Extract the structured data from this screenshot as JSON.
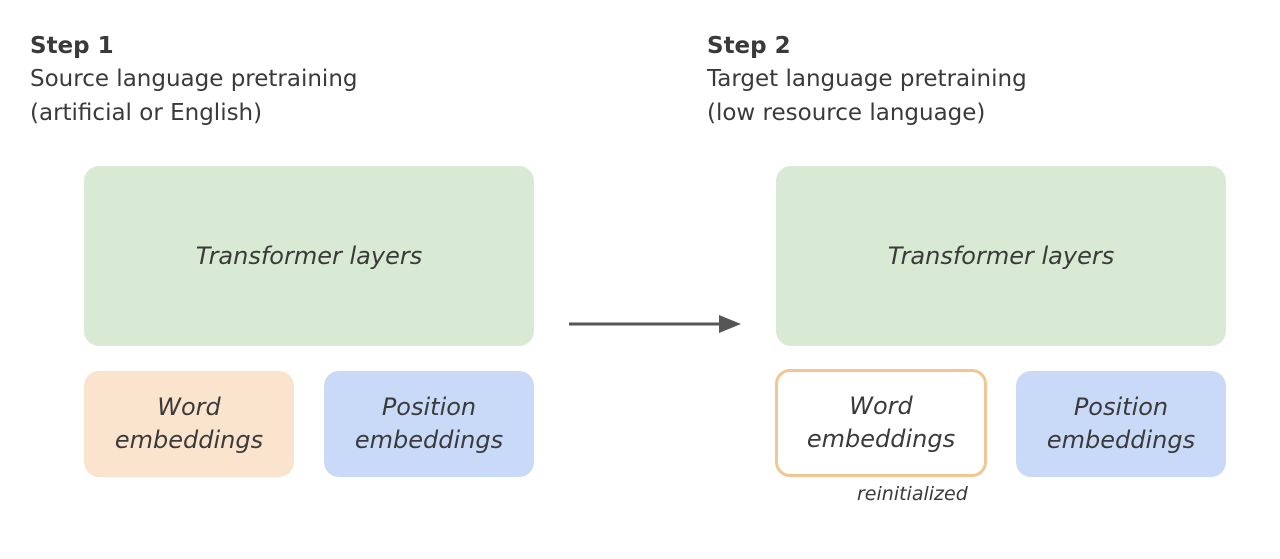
{
  "step1": {
    "title": "Step 1",
    "line1": "Source language pretraining",
    "line2": "(artificial or English)"
  },
  "step2": {
    "title": "Step 2",
    "line1": "Target language pretraining",
    "line2": "(low resource language)"
  },
  "left": {
    "transformer": "Transformer layers",
    "word_line1": "Word",
    "word_line2": "embeddings",
    "position_line1": "Position",
    "position_line2": "embeddings"
  },
  "right": {
    "transformer": "Transformer layers",
    "word_line1": "Word",
    "word_line2": "embeddings",
    "position_line1": "Position",
    "position_line2": "embeddings",
    "reinit_label": "reinitialized"
  },
  "colors": {
    "transformer_fill": "#d8ead3",
    "word_fill": "#fbe4ce",
    "word_reinit_border": "#f3c594",
    "position_fill": "#c9daf8",
    "arrow": "#555555",
    "text": "#3a3a3a"
  },
  "icons": {
    "transition": "right-arrow-icon"
  }
}
